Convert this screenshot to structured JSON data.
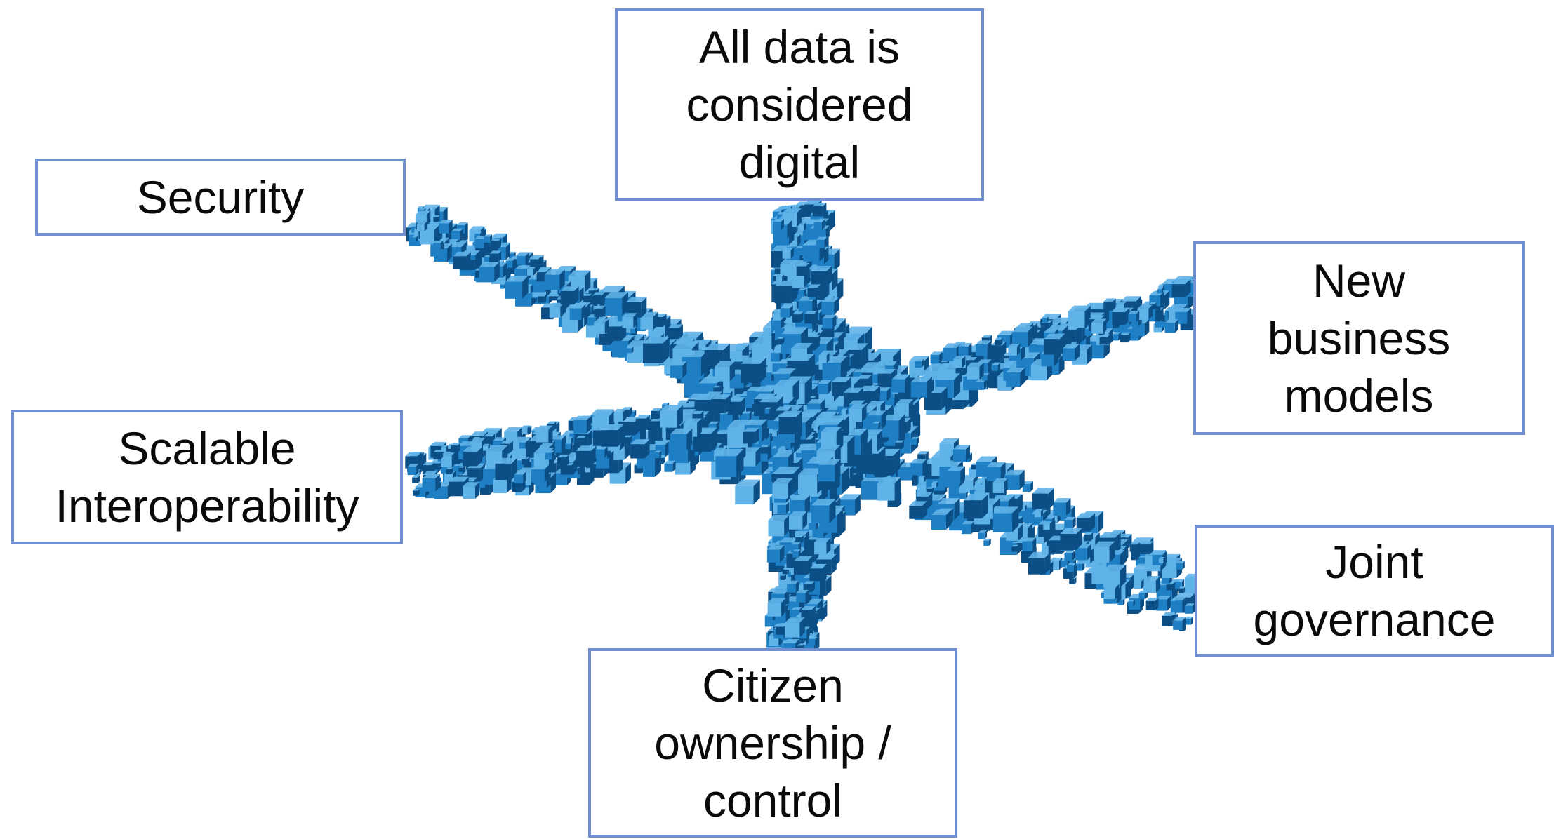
{
  "labels": {
    "top": "All data is\nconsidered\ndigital",
    "security": "Security",
    "new_business": "New\nbusiness\nmodels",
    "scalable": "Scalable\nInteroperability",
    "joint": "Joint\ngovernance",
    "citizen": "Citizen\nownership /\ncontrol"
  },
  "colors": {
    "cube_dark": "#0b4f86",
    "cube_mid": "#1e7fc4",
    "cube_light": "#5fb3e8",
    "box_border": "#6f8fd0"
  }
}
